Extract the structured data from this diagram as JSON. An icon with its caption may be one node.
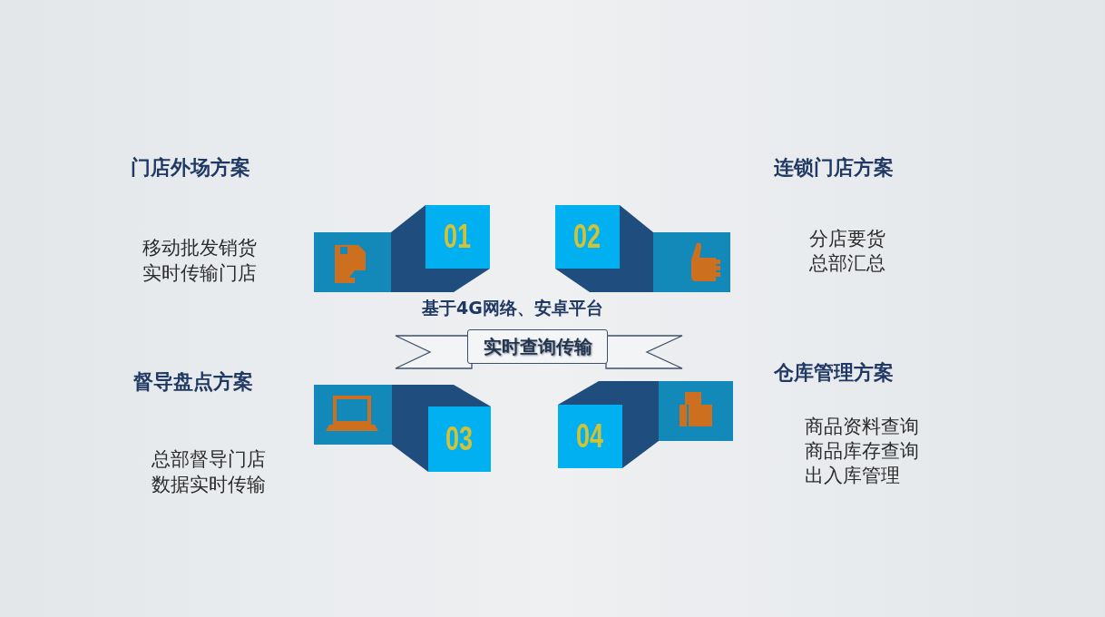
{
  "diagram": {
    "nodes": [
      {
        "text": [
          "01"
        ]
      },
      {
        "text": [
          "02"
        ]
      },
      {
        "text": [
          "03"
        ]
      },
      {
        "text": [
          "04"
        ]
      },
      {
        "text": [
          "实时查询传输"
        ]
      }
    ],
    "labels": [
      "门店外场方案",
      "连锁门店方案",
      "移动批发销货",
      "实时传输门店",
      "分店要货",
      "总部汇总",
      "基于4G网络、安卓平台",
      "督导盘点方案",
      "仓库管理方案",
      "商品资料查询",
      "商品库存查询",
      "出入库管理",
      "总部督导门店",
      "数据实时传输"
    ]
  }
}
